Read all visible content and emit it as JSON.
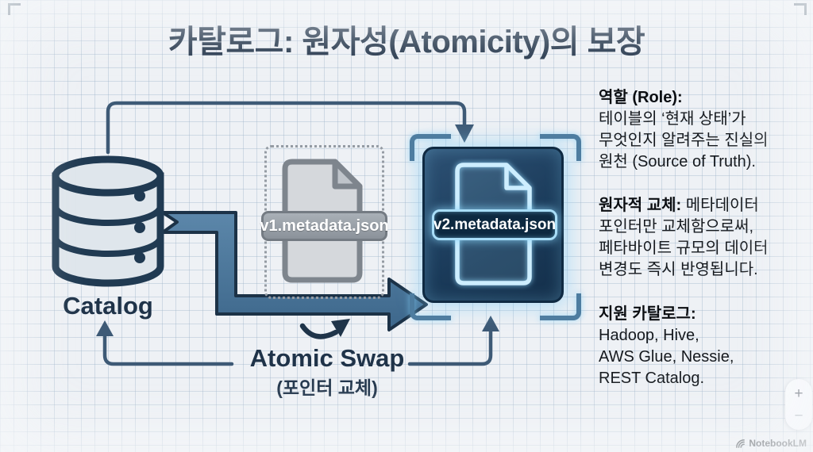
{
  "title": "카탈로그: 원자성(Atomicity)의 보장",
  "diagram": {
    "catalog_label": "Catalog",
    "v1_file_label": "v1.metadata.json",
    "v2_file_label": "v2.metadata.json",
    "swap_label": "Atomic Swap",
    "swap_sublabel": "(포인터 교체)"
  },
  "right_panel": {
    "blocks": [
      {
        "heading": "역할 (Role):",
        "heading_rest": "",
        "lines": [
          "테이블의 ‘현재 상태’가",
          "무엇인지 알려주는 진실의",
          "원천 (Source of Truth)."
        ]
      },
      {
        "heading": "원자적 교체:",
        "heading_rest": " 메타데이터",
        "lines": [
          "포인터만 교체함으로써,",
          "페타바이트 규모의 데이터",
          "변경도 즉시 반영됩니다."
        ]
      },
      {
        "heading": "지원 카탈로그:",
        "heading_rest": "",
        "lines": [
          "Hadoop, Hive,",
          "AWS Glue, Nessie,",
          "REST Catalog."
        ]
      }
    ]
  },
  "controls": {
    "zoom_in": "+",
    "zoom_out": "−"
  },
  "footer": {
    "brand": "NotebookLM"
  },
  "colors": {
    "background": "#eef1f5",
    "navy": "#24364b",
    "connector": "#3e5a76",
    "arrow_fill_top": "#5c87aa",
    "arrow_fill_bottom": "#3d678b",
    "glow_blue": "#8fd4f7",
    "file_gray": "#d5d8dc",
    "v2_box": "#1a3a59"
  }
}
